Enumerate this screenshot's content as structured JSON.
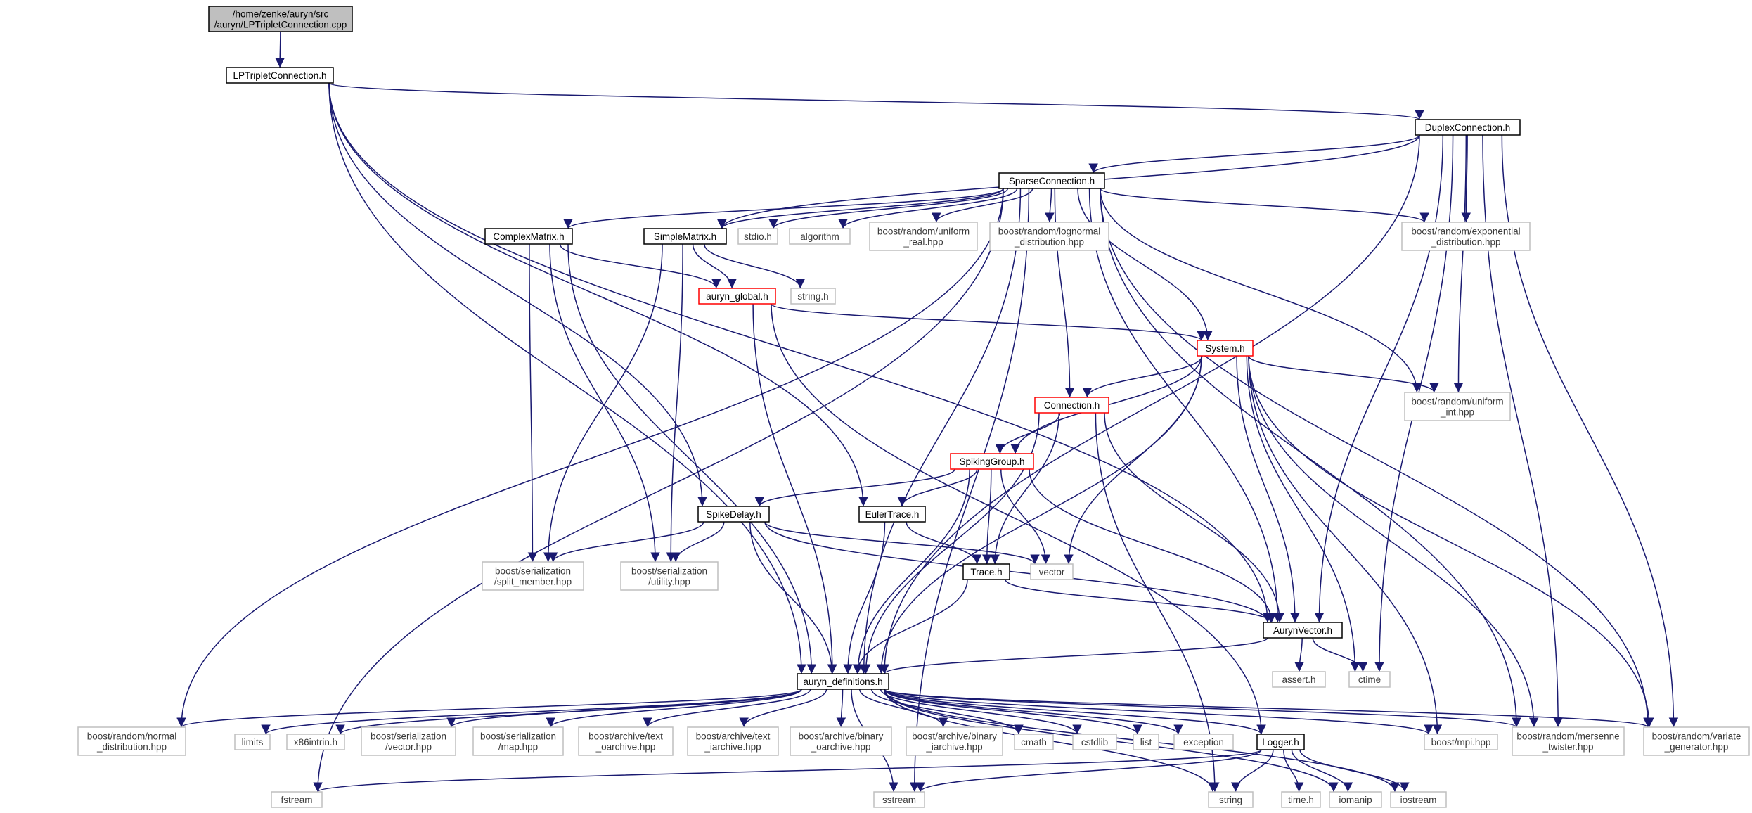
{
  "graph": {
    "root": "/home/zenke/auryn/src\n/auryn/LPTripletConnection.cpp",
    "colors": {
      "edge": "#191970",
      "root_fill": "#bfbfbf",
      "node_border": "#000000",
      "external_border": "#bfbfbf",
      "incomplete_border": "#ff0000",
      "background": "#ffffff"
    },
    "nodes": [
      {
        "id": "root",
        "label": "/home/zenke/auryn/src\n/auryn/LPTripletConnection.cpp",
        "style": "root"
      },
      {
        "id": "lptriplet",
        "label": "LPTripletConnection.h",
        "style": "normal"
      },
      {
        "id": "duplex",
        "label": "DuplexConnection.h",
        "style": "normal"
      },
      {
        "id": "sparse",
        "label": "SparseConnection.h",
        "style": "normal"
      },
      {
        "id": "complexmatrix",
        "label": "ComplexMatrix.h",
        "style": "normal"
      },
      {
        "id": "simplematrix",
        "label": "SimpleMatrix.h",
        "style": "normal"
      },
      {
        "id": "stdio",
        "label": "stdio.h",
        "style": "external"
      },
      {
        "id": "algorithm",
        "label": "algorithm",
        "style": "external"
      },
      {
        "id": "uniform_real",
        "label": "boost/random/uniform\n_real.hpp",
        "style": "external"
      },
      {
        "id": "lognormal",
        "label": "boost/random/lognormal\n_distribution.hpp",
        "style": "external"
      },
      {
        "id": "exponential",
        "label": "boost/random/exponential\n_distribution.hpp",
        "style": "external"
      },
      {
        "id": "auryn_global",
        "label": "auryn_global.h",
        "style": "incomplete"
      },
      {
        "id": "string_h",
        "label": "string.h",
        "style": "external"
      },
      {
        "id": "system",
        "label": "System.h",
        "style": "incomplete"
      },
      {
        "id": "uniform_int",
        "label": "boost/random/uniform\n_int.hpp",
        "style": "external"
      },
      {
        "id": "connection",
        "label": "Connection.h",
        "style": "incomplete"
      },
      {
        "id": "spikinggroup",
        "label": "SpikingGroup.h",
        "style": "incomplete"
      },
      {
        "id": "spikedelay",
        "label": "SpikeDelay.h",
        "style": "normal"
      },
      {
        "id": "eulertrace",
        "label": "EulerTrace.h",
        "style": "normal"
      },
      {
        "id": "split_member",
        "label": "boost/serialization\n/split_member.hpp",
        "style": "external"
      },
      {
        "id": "utility",
        "label": "boost/serialization\n/utility.hpp",
        "style": "external"
      },
      {
        "id": "trace",
        "label": "Trace.h",
        "style": "normal"
      },
      {
        "id": "vector",
        "label": "vector",
        "style": "external"
      },
      {
        "id": "aurynvector",
        "label": "AurynVector.h",
        "style": "normal"
      },
      {
        "id": "assert",
        "label": "assert.h",
        "style": "external"
      },
      {
        "id": "ctime",
        "label": "ctime",
        "style": "external"
      },
      {
        "id": "definitions",
        "label": "auryn_definitions.h",
        "style": "normal"
      },
      {
        "id": "normal_dist",
        "label": "boost/random/normal\n_distribution.hpp",
        "style": "external"
      },
      {
        "id": "limits",
        "label": "limits",
        "style": "external"
      },
      {
        "id": "x86intrin",
        "label": "x86intrin.h",
        "style": "external"
      },
      {
        "id": "ser_vector",
        "label": "boost/serialization\n/vector.hpp",
        "style": "external"
      },
      {
        "id": "ser_map",
        "label": "boost/serialization\n/map.hpp",
        "style": "external"
      },
      {
        "id": "text_oarchive",
        "label": "boost/archive/text\n_oarchive.hpp",
        "style": "external"
      },
      {
        "id": "text_iarchive",
        "label": "boost/archive/text\n_iarchive.hpp",
        "style": "external"
      },
      {
        "id": "binary_oarchive",
        "label": "boost/archive/binary\n_oarchive.hpp",
        "style": "external"
      },
      {
        "id": "binary_iarchive",
        "label": "boost/archive/binary\n_iarchive.hpp",
        "style": "external"
      },
      {
        "id": "cmath",
        "label": "cmath",
        "style": "external"
      },
      {
        "id": "cstdlib",
        "label": "cstdlib",
        "style": "external"
      },
      {
        "id": "list",
        "label": "list",
        "style": "external"
      },
      {
        "id": "exception",
        "label": "exception",
        "style": "external"
      },
      {
        "id": "logger",
        "label": "Logger.h",
        "style": "normal"
      },
      {
        "id": "mpi",
        "label": "boost/mpi.hpp",
        "style": "external"
      },
      {
        "id": "mersenne",
        "label": "boost/random/mersenne\n_twister.hpp",
        "style": "external"
      },
      {
        "id": "variate",
        "label": "boost/random/variate\n_generator.hpp",
        "style": "external"
      },
      {
        "id": "fstream",
        "label": "fstream",
        "style": "external"
      },
      {
        "id": "sstream",
        "label": "sstream",
        "style": "external"
      },
      {
        "id": "string",
        "label": "string",
        "style": "external"
      },
      {
        "id": "time_h",
        "label": "time.h",
        "style": "external"
      },
      {
        "id": "iomanip",
        "label": "iomanip",
        "style": "external"
      },
      {
        "id": "iostream",
        "label": "iostream",
        "style": "external"
      }
    ],
    "edges": [
      [
        "root",
        "lptriplet"
      ],
      [
        "lptriplet",
        "duplex"
      ],
      [
        "lptriplet",
        "aurynvector"
      ],
      [
        "lptriplet",
        "spikedelay"
      ],
      [
        "lptriplet",
        "eulertrace"
      ],
      [
        "lptriplet",
        "definitions"
      ],
      [
        "duplex",
        "sparse"
      ],
      [
        "duplex",
        "simplematrix"
      ],
      [
        "duplex",
        "definitions"
      ],
      [
        "duplex",
        "exponential"
      ],
      [
        "duplex",
        "uniform_int"
      ],
      [
        "duplex",
        "aurynvector"
      ],
      [
        "duplex",
        "ctime"
      ],
      [
        "duplex",
        "mersenne"
      ],
      [
        "duplex",
        "variate"
      ],
      [
        "sparse",
        "complexmatrix"
      ],
      [
        "sparse",
        "simplematrix"
      ],
      [
        "sparse",
        "stdio"
      ],
      [
        "sparse",
        "algorithm"
      ],
      [
        "sparse",
        "uniform_real"
      ],
      [
        "sparse",
        "lognormal"
      ],
      [
        "sparse",
        "exponential"
      ],
      [
        "sparse",
        "connection"
      ],
      [
        "sparse",
        "system"
      ],
      [
        "sparse",
        "aurynvector"
      ],
      [
        "sparse",
        "uniform_int"
      ],
      [
        "sparse",
        "mersenne"
      ],
      [
        "sparse",
        "variate"
      ],
      [
        "sparse",
        "definitions"
      ],
      [
        "sparse",
        "normal_dist"
      ],
      [
        "sparse",
        "fstream"
      ],
      [
        "sparse",
        "sstream"
      ],
      [
        "complexmatrix",
        "auryn_global"
      ],
      [
        "complexmatrix",
        "split_member"
      ],
      [
        "complexmatrix",
        "utility"
      ],
      [
        "complexmatrix",
        "definitions"
      ],
      [
        "simplematrix",
        "auryn_global"
      ],
      [
        "simplematrix",
        "string_h"
      ],
      [
        "simplematrix",
        "split_member"
      ],
      [
        "simplematrix",
        "utility"
      ],
      [
        "auryn_global",
        "system"
      ],
      [
        "auryn_global",
        "definitions"
      ],
      [
        "auryn_global",
        "logger"
      ],
      [
        "system",
        "connection"
      ],
      [
        "system",
        "spikinggroup"
      ],
      [
        "system",
        "uniform_int"
      ],
      [
        "system",
        "definitions"
      ],
      [
        "system",
        "vector"
      ],
      [
        "system",
        "aurynvector"
      ],
      [
        "system",
        "ctime"
      ],
      [
        "system",
        "mpi"
      ],
      [
        "system",
        "mersenne"
      ],
      [
        "system",
        "variate"
      ],
      [
        "connection",
        "spikinggroup"
      ],
      [
        "connection",
        "trace"
      ],
      [
        "connection",
        "definitions"
      ],
      [
        "connection",
        "aurynvector"
      ],
      [
        "connection",
        "string"
      ],
      [
        "spikinggroup",
        "spikedelay"
      ],
      [
        "spikinggroup",
        "eulertrace"
      ],
      [
        "spikinggroup",
        "trace"
      ],
      [
        "spikinggroup",
        "vector"
      ],
      [
        "spikinggroup",
        "definitions"
      ],
      [
        "spikinggroup",
        "aurynvector"
      ],
      [
        "spikedelay",
        "split_member"
      ],
      [
        "spikedelay",
        "utility"
      ],
      [
        "spikedelay",
        "vector"
      ],
      [
        "spikedelay",
        "definitions"
      ],
      [
        "spikedelay",
        "aurynvector"
      ],
      [
        "eulertrace",
        "trace"
      ],
      [
        "eulertrace",
        "definitions"
      ],
      [
        "trace",
        "aurynvector"
      ],
      [
        "trace",
        "definitions"
      ],
      [
        "aurynvector",
        "definitions"
      ],
      [
        "aurynvector",
        "assert"
      ],
      [
        "aurynvector",
        "ctime"
      ],
      [
        "definitions",
        "normal_dist"
      ],
      [
        "definitions",
        "limits"
      ],
      [
        "definitions",
        "x86intrin"
      ],
      [
        "definitions",
        "ser_vector"
      ],
      [
        "definitions",
        "ser_map"
      ],
      [
        "definitions",
        "text_oarchive"
      ],
      [
        "definitions",
        "text_iarchive"
      ],
      [
        "definitions",
        "binary_oarchive"
      ],
      [
        "definitions",
        "binary_iarchive"
      ],
      [
        "definitions",
        "cmath"
      ],
      [
        "definitions",
        "cstdlib"
      ],
      [
        "definitions",
        "list"
      ],
      [
        "definitions",
        "exception"
      ],
      [
        "definitions",
        "logger"
      ],
      [
        "definitions",
        "mpi"
      ],
      [
        "definitions",
        "mersenne"
      ],
      [
        "definitions",
        "variate"
      ],
      [
        "definitions",
        "sstream"
      ],
      [
        "definitions",
        "string"
      ],
      [
        "definitions",
        "iomanip"
      ],
      [
        "definitions",
        "iostream"
      ],
      [
        "logger",
        "fstream"
      ],
      [
        "logger",
        "sstream"
      ],
      [
        "logger",
        "string"
      ],
      [
        "logger",
        "time_h"
      ],
      [
        "logger",
        "iomanip"
      ],
      [
        "logger",
        "iostream"
      ]
    ]
  }
}
